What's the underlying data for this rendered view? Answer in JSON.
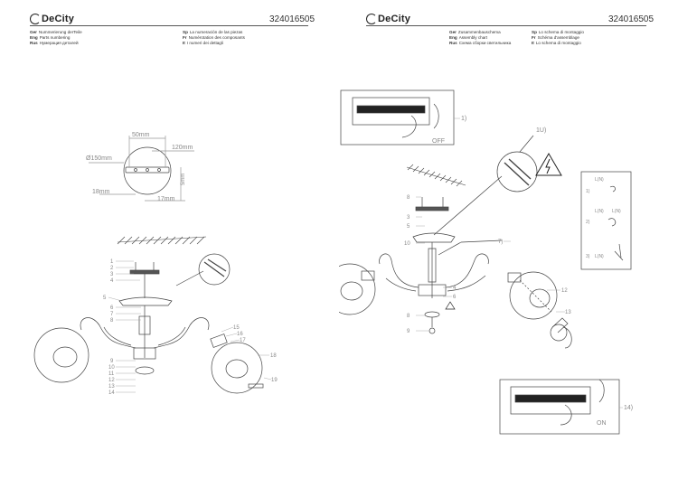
{
  "brand": "DeCity",
  "product_code": "324016505",
  "left_page": {
    "legend": [
      {
        "lang": "Ger",
        "text": "Nummerierung derTeile"
      },
      {
        "lang": "Eng",
        "text": "Parts numbering"
      },
      {
        "lang": "Rus",
        "text": "Нумерация деталей"
      }
    ],
    "legend2": [
      {
        "lang": "Sp",
        "text": "La numeración de las piezas"
      },
      {
        "lang": "Fr",
        "text": "Numérotation des composants"
      },
      {
        "lang": "It",
        "text": "I numeri dei dettagli"
      }
    ],
    "dimensions": {
      "d1": "50mm",
      "d2": "120mm",
      "d3": "Ø150mm",
      "d4": "18mm",
      "d5": "17mm",
      "d6": "5mm"
    },
    "part_numbers": [
      "1",
      "2",
      "3",
      "4",
      "5",
      "6",
      "7",
      "8",
      "9",
      "10",
      "11",
      "12",
      "13",
      "14",
      "15",
      "16",
      "17",
      "18",
      "19"
    ]
  },
  "right_page": {
    "legend": [
      {
        "lang": "Ger",
        "text": "Zusammenbauschema"
      },
      {
        "lang": "Eng",
        "text": "Assembly chart"
      },
      {
        "lang": "Rus",
        "text": "Схема сборки светильника"
      }
    ],
    "legend2": [
      {
        "lang": "Sp",
        "text": "Lo schema di montaggio"
      },
      {
        "lang": "Fr",
        "text": "Schéma d'assemblage"
      },
      {
        "lang": "It",
        "text": "Lo schema di montaggio"
      }
    ],
    "steps": {
      "s1": "1)",
      "s1u": "1U)",
      "s7": "7)",
      "s14": "14)",
      "off": "OFF",
      "on": "ON"
    },
    "wiring": {
      "l_n_1": "L(N)",
      "l_n_2": "L(N)",
      "l_n_3": "L(N)",
      "l_n_4": "L(N)",
      "step1": "1)",
      "step2": "2)",
      "step3": "3)"
    },
    "part_numbers": [
      "8",
      "3",
      "5",
      "10",
      "7",
      "4",
      "6",
      "12",
      "13",
      "9"
    ]
  }
}
